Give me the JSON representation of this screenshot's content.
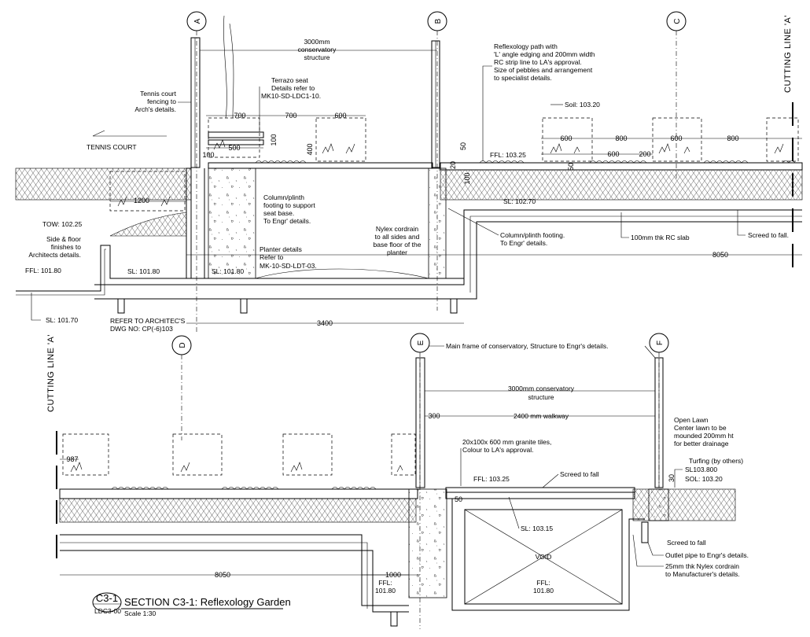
{
  "drawing": {
    "title": "SECTION C3-1: Reflexology Garden",
    "scale": "Scale 1:30",
    "tag_top": "C3-1",
    "tag_bottom": "LDC3-00",
    "cutting_line_label": "CUTTING LINE 'A'"
  },
  "gridlines": [
    "A",
    "B",
    "C",
    "D",
    "E",
    "F"
  ],
  "upper_section": {
    "labels": {
      "tennis_fence": [
        "Tennis court",
        "fencing to",
        "Arch's details."
      ],
      "tennis_court": "TENNIS COURT",
      "conservatory": [
        "3000mm",
        "conservatory",
        "structure"
      ],
      "terrazo": [
        "Terrazo seat",
        "Details refer to",
        "MK10-SD-LDC1-10."
      ],
      "reflexology": [
        "Reflexology path with",
        "'L' angle edging and 200mm width",
        "RC strip line to LA's approval.",
        "Size of pebbles and arrangement",
        "to specialist details."
      ],
      "soil": "Soil: 103.20",
      "ffl_10325": "FFL: 103.25",
      "sl_10270": "SL: 102.70",
      "tow": "TOW: 102.25",
      "side_floor": [
        "Side & floor",
        "finishes to",
        "Architects details."
      ],
      "ffl_10180": "FFL: 101.80",
      "sl_10180_a": "SL: 101.80",
      "sl_10180_b": "SL: 101.80",
      "sl_10170": "SL: 101.70",
      "column_plinth": [
        "Column/plinth",
        "footing to support",
        "seat base.",
        "To Engr' details."
      ],
      "planter": [
        "Planter details",
        "Refer to",
        "MK-10-SD-LDT-03."
      ],
      "nylex": [
        "Nylex cordrain",
        "to all sides and",
        "base floor of the",
        "planter"
      ],
      "column_footing": [
        "Column/plinth footing.",
        "To Engr' details."
      ],
      "rc_slab": "100mm thk RC slab",
      "screed": "Screed to fall.",
      "refer_arch": [
        "REFER TO ARCHITEC'S",
        "DWG NO: CP(-6)103"
      ]
    },
    "dimensions": {
      "d700a": "700",
      "d700b": "700",
      "d600a": "600",
      "d500": "500",
      "d100a": "100",
      "d100b": "100",
      "d400": "400",
      "d50a": "50",
      "d100c": "100",
      "d1200": "1200",
      "d600b": "600",
      "d800a": "800",
      "d600c": "600",
      "d800b": "800",
      "d600d": "600",
      "d200": "200",
      "d50b": "50",
      "d8050": "8050",
      "d3400": "3400",
      "d20": "20"
    }
  },
  "lower_section": {
    "labels": {
      "main_frame": "Main frame of conservatory, Structure to Engr's details.",
      "conservatory": [
        "3000mm  conservatory",
        "structure"
      ],
      "walkway": "2400 mm walkway",
      "open_lawn": [
        "Open Lawn",
        "Center lawn to be",
        "mounded 200mm ht",
        "for better drainage"
      ],
      "granite": [
        "20x100x 600 mm granite tiles,",
        "Colour to LA's approval."
      ],
      "ffl_10325": "FFL: 103.25",
      "screed_fall": "Screed to fall",
      "turfing": "Turfing (by others)",
      "sl_103800": "SL103.800",
      "sol": "SOL: 103.20",
      "sl_10315": "SL: 103.15",
      "void": "VOID",
      "screed_fall2": "Screed to fall",
      "outlet": "Outlet pipe to Engr's details.",
      "nylex": [
        "25mm thk Nylex cordrain",
        "to Manufacturer's details."
      ],
      "ffl_10180a": [
        "FFL:",
        "101.80"
      ],
      "ffl_10180b": [
        "FFL:",
        "101.80"
      ]
    },
    "dimensions": {
      "d987": "987",
      "d300": "300",
      "d50": "50",
      "d30": "30",
      "d8050": "8050",
      "d1000": "1000"
    }
  }
}
